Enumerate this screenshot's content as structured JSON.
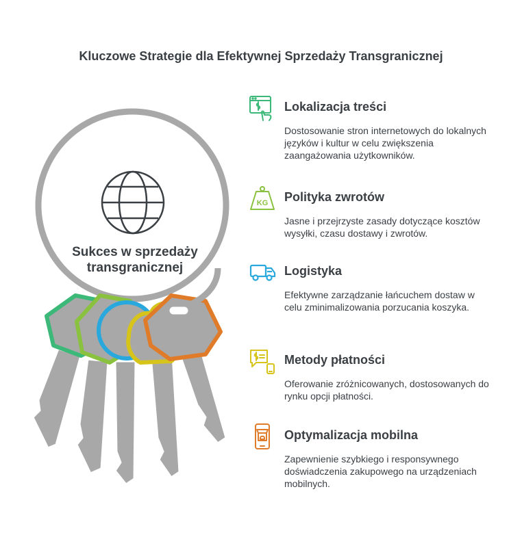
{
  "title": "Kluczowe Strategie dla Efektywnej Sprzedaży Transgranicznej",
  "center": {
    "icon": "globe-icon",
    "label": "Sukces w sprzedaży transgranicznej"
  },
  "colors": {
    "green": "#3cb878",
    "lime": "#8ac13e",
    "blue": "#28a8dc",
    "yellow": "#d6c41a",
    "orange": "#e07b2a",
    "gray": "#a8a8a8",
    "text": "#3a3f44"
  },
  "items": [
    {
      "icon": "web-payment-icon",
      "heading": "Lokalizacja treści",
      "description": "Dostosowanie stron internetowych do lokalnych języków i kultur w celu zwiększenia zaangażowania użytkowników.",
      "color": "#3cb878"
    },
    {
      "icon": "weight-kg-icon",
      "heading": "Polityka zwrotów",
      "description": "Jasne i przejrzyste zasady dotyczące kosztów wysyłki, czasu dostawy i zwrotów.",
      "color": "#8ac13e"
    },
    {
      "icon": "delivery-truck-icon",
      "heading": "Logistyka",
      "description": "Efektywne zarządzanie łańcuchem dostaw w celu zminimalizowania porzucania koszyka.",
      "color": "#28a8dc"
    },
    {
      "icon": "payment-chat-icon",
      "heading": "Metody płatności",
      "description": "Oferowanie zróżnicowanych, dostosowanych do rynku opcji płatności.",
      "color": "#d6c41a"
    },
    {
      "icon": "mobile-shop-icon",
      "heading": "Optymalizacja mobilna",
      "description": "Zapewnienie szybkiego i responsywnego doświadczenia zakupowego na urządzeniach mobilnych.",
      "color": "#e07b2a"
    }
  ]
}
